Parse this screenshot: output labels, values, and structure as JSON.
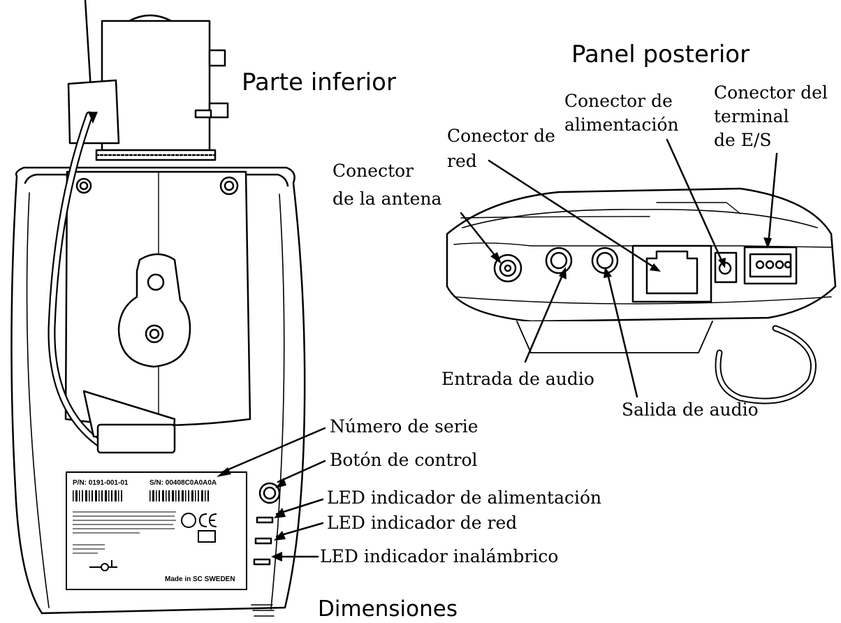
{
  "headings": {
    "bottom": "Parte inferior",
    "rear_panel": "Panel posterior",
    "dimensions": "Dimensiones"
  },
  "rear_labels": {
    "antenna": [
      "Conector",
      "de la antena"
    ],
    "network": [
      "Conector de",
      "red"
    ],
    "power": [
      "Conector de",
      "alimentación"
    ],
    "io": [
      "Conector del",
      "terminal",
      "de E/S"
    ],
    "audio_in": "Entrada de audio",
    "audio_out": "Salida de audio"
  },
  "bottom_labels": {
    "serial": "Número de serie",
    "control_button": "Botón de control",
    "power_led": "LED indicador de alimentación",
    "network_led": "LED indicador de red",
    "wireless_led": "LED indicador inalámbrico"
  },
  "product_label": {
    "pn": "P/N: 0191-001-01",
    "sn": "S/N: 00408C0A0A0A",
    "made_in": "Made in SC SWEDEN"
  }
}
